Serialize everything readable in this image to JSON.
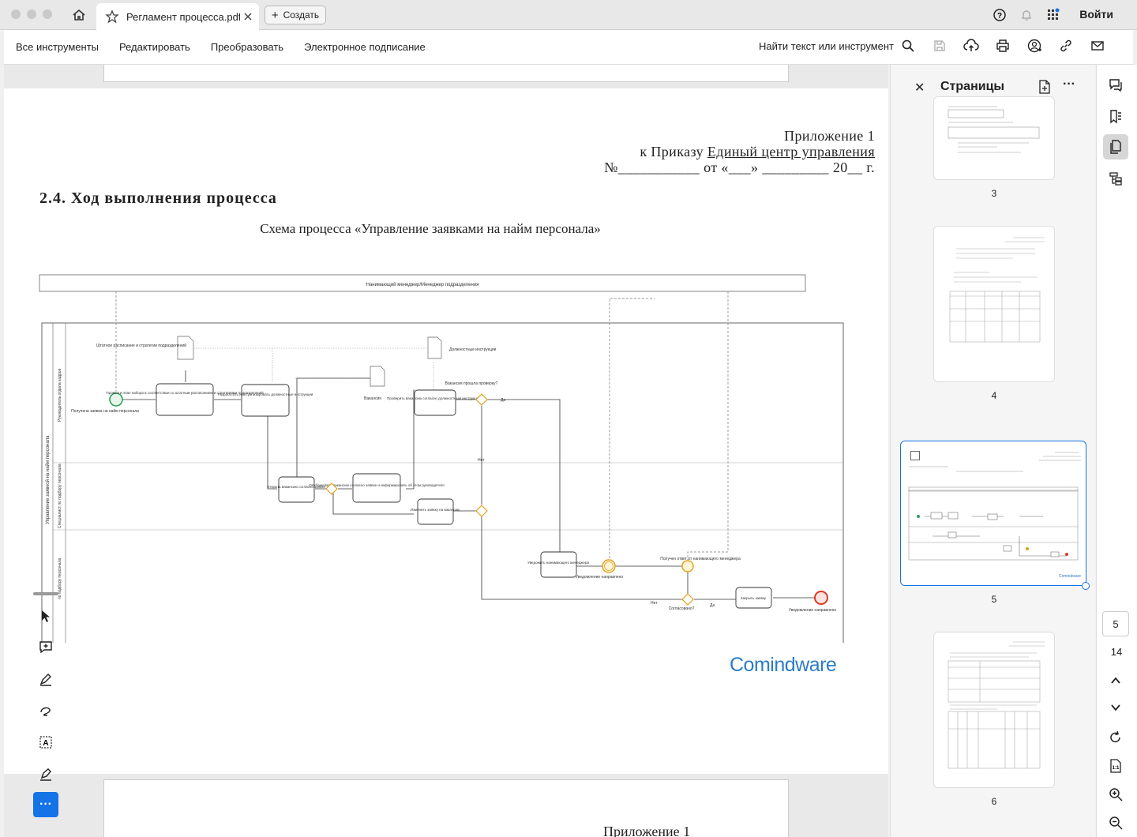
{
  "browser": {
    "tab_title": "Регламент процесса.pdf",
    "new_button": "Создать",
    "login": "Войти"
  },
  "toolbar": {
    "menu": [
      "Все инструменты",
      "Редактировать",
      "Преобразовать",
      "Электронное подписание"
    ],
    "search_label": "Найти текст или инструмент"
  },
  "document": {
    "appendix_line1": "Приложение 1",
    "appendix_line2_prefix": "к Приказу ",
    "appendix_line2_link": "Единый центр управления",
    "appendix_line3": "№___________ от «___» _________ 20__ г.",
    "section_title": "2.4. Ход выполнения процесса",
    "schema_title": "Схема процесса «Управление заявками на найм персонала»",
    "next_page_appendix": "Приложение 1",
    "logo_main": "Comindware",
    "diagram": {
      "top_pool": "Нанимающий менеджер/Менеджер подразделения",
      "pool": "Управление заявкой на найм персонала",
      "lane1": "Руководитель отдела кадров",
      "lane2": "Специалист по подбору персонала",
      "lane3": "по подбору персонала",
      "start": "Получена заявка на найм персонала",
      "doc1": "Штатное расписание и стратегии подразделений",
      "doc2": "Должностные инструкции",
      "doc3": "Вакансия",
      "t1": "Провести план набора в соответствии со штатным расписанием и стратегиями подразделений",
      "t2": "Разработать и актуализировать должностные инструкции",
      "t3": "Проверить вакансию согласно должностным инструкциям",
      "q1": "Вакансия прошла проверку?",
      "yes": "Да",
      "no": "Нет",
      "t4": "Открыть вакансию согласно заявке",
      "t5": "Опубликовать вакансию согласно заявке и информировать об этом руководителя",
      "t6": "Изменить заявку на вакансию",
      "t7": "Уведомить нанимающего менеджера",
      "e1": "Уведомление направлено",
      "e2": "Получен ответ от нанимающего менеджера",
      "q2": "Согласовано?",
      "t8": "Закрыть заявку",
      "end": "Уведомление направлено"
    }
  },
  "pages_panel": {
    "title": "Страницы",
    "thumb_numbers": [
      "3",
      "4",
      "5",
      "6"
    ],
    "current_page": "5",
    "total_pages": "14"
  },
  "colors": {
    "accent": "#1473e6",
    "logo_blue": "#2d7cc8",
    "logo_green": "#9cc03b",
    "gateway": "#e0a020",
    "start_event": "#2e9e5b",
    "end_event": "#d83a2a"
  }
}
